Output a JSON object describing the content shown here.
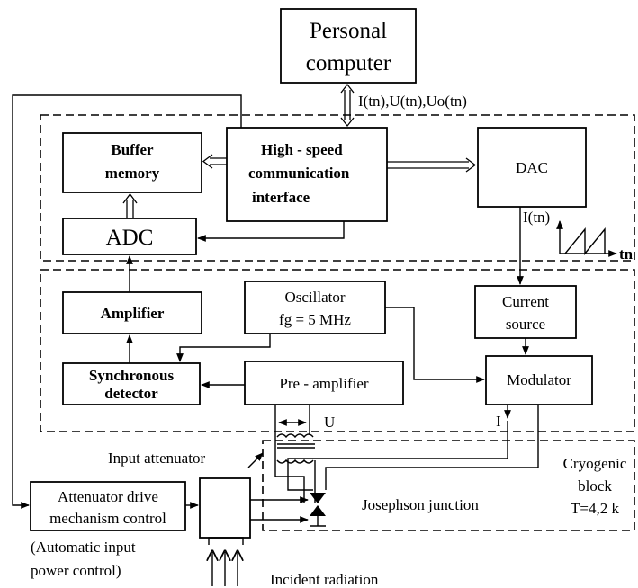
{
  "blocks": {
    "pc": [
      "Personal",
      "computer"
    ],
    "interface": [
      "High - speed",
      "communication",
      "interface"
    ],
    "buffer": [
      "Buffer",
      "memory"
    ],
    "dac": "DAC",
    "adc": "ADC",
    "amplifier": "Amplifier",
    "oscillator": [
      "Oscillator",
      "fg = 5 MHz"
    ],
    "current_source": [
      "Current",
      "source"
    ],
    "sync_detector": [
      "Synchronous",
      "detector"
    ],
    "preamp": "Pre - amplifier",
    "modulator": "Modulator",
    "attenuator_control": [
      "Attenuator drive",
      "mechanism control"
    ]
  },
  "labels": {
    "pc_signals": "I(tn),U(tn),Uo(tn)",
    "dac_out": "I(tn)",
    "tn": "tn",
    "voltage": "U",
    "current": "I",
    "input_attenuator": "Input attenuator",
    "cryogenic": [
      "Cryogenic",
      "block",
      "T=4,2 k"
    ],
    "josephson": "Josephson junction",
    "auto_power": [
      "(Automatic input",
      "power control)"
    ],
    "incident": "Incident radiation"
  }
}
